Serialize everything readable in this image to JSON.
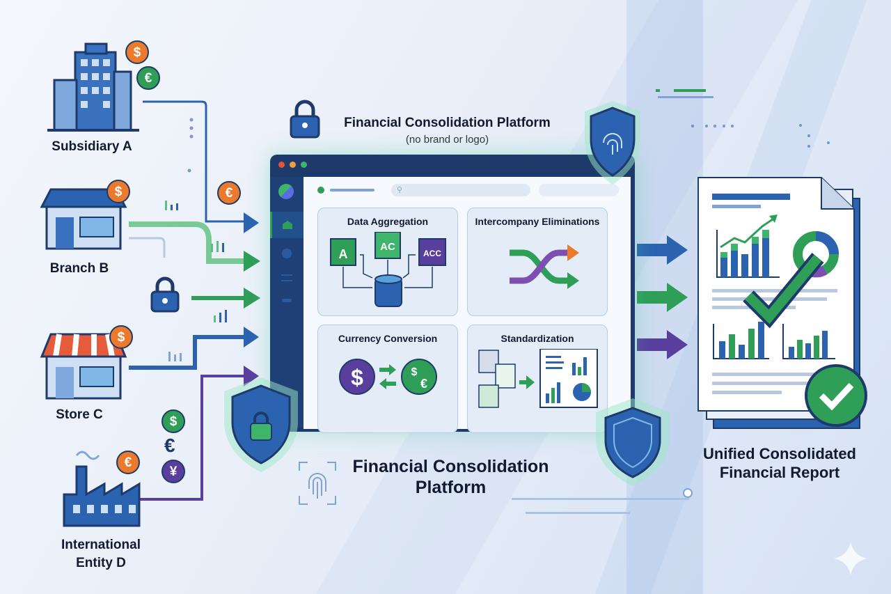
{
  "entities": [
    {
      "name": "Subsidiary A"
    },
    {
      "name": "Branch B"
    },
    {
      "name": "Store C"
    },
    {
      "name": "International Entity D",
      "line1": "International",
      "line2": "Entity D"
    }
  ],
  "currency_badges": [
    "$",
    "€",
    "$",
    "€",
    "$",
    "$",
    "€",
    "€",
    "¥"
  ],
  "platform": {
    "top_title": "Financial Consolidation Platform",
    "top_subtitle": "(no brand or logo)",
    "bottom_title_line1": "Financial Consolidation",
    "bottom_title_line2": "Platform",
    "modules": [
      {
        "title": "Data Aggregation",
        "file_labels": [
          "A",
          "AC",
          "ACC"
        ]
      },
      {
        "title": "Intercompany Eliminations"
      },
      {
        "title": "Currency Conversion",
        "symbols": [
          "$",
          "$",
          "€"
        ]
      },
      {
        "title": "Standardization"
      }
    ]
  },
  "report": {
    "line1": "Unified Consolidated",
    "line2": "Financial Report"
  },
  "colors": {
    "blue": "#2c63b0",
    "green": "#2f9e57",
    "purple": "#5a3e9e",
    "orange": "#ec7a2c",
    "navy": "#1d3a6b"
  }
}
